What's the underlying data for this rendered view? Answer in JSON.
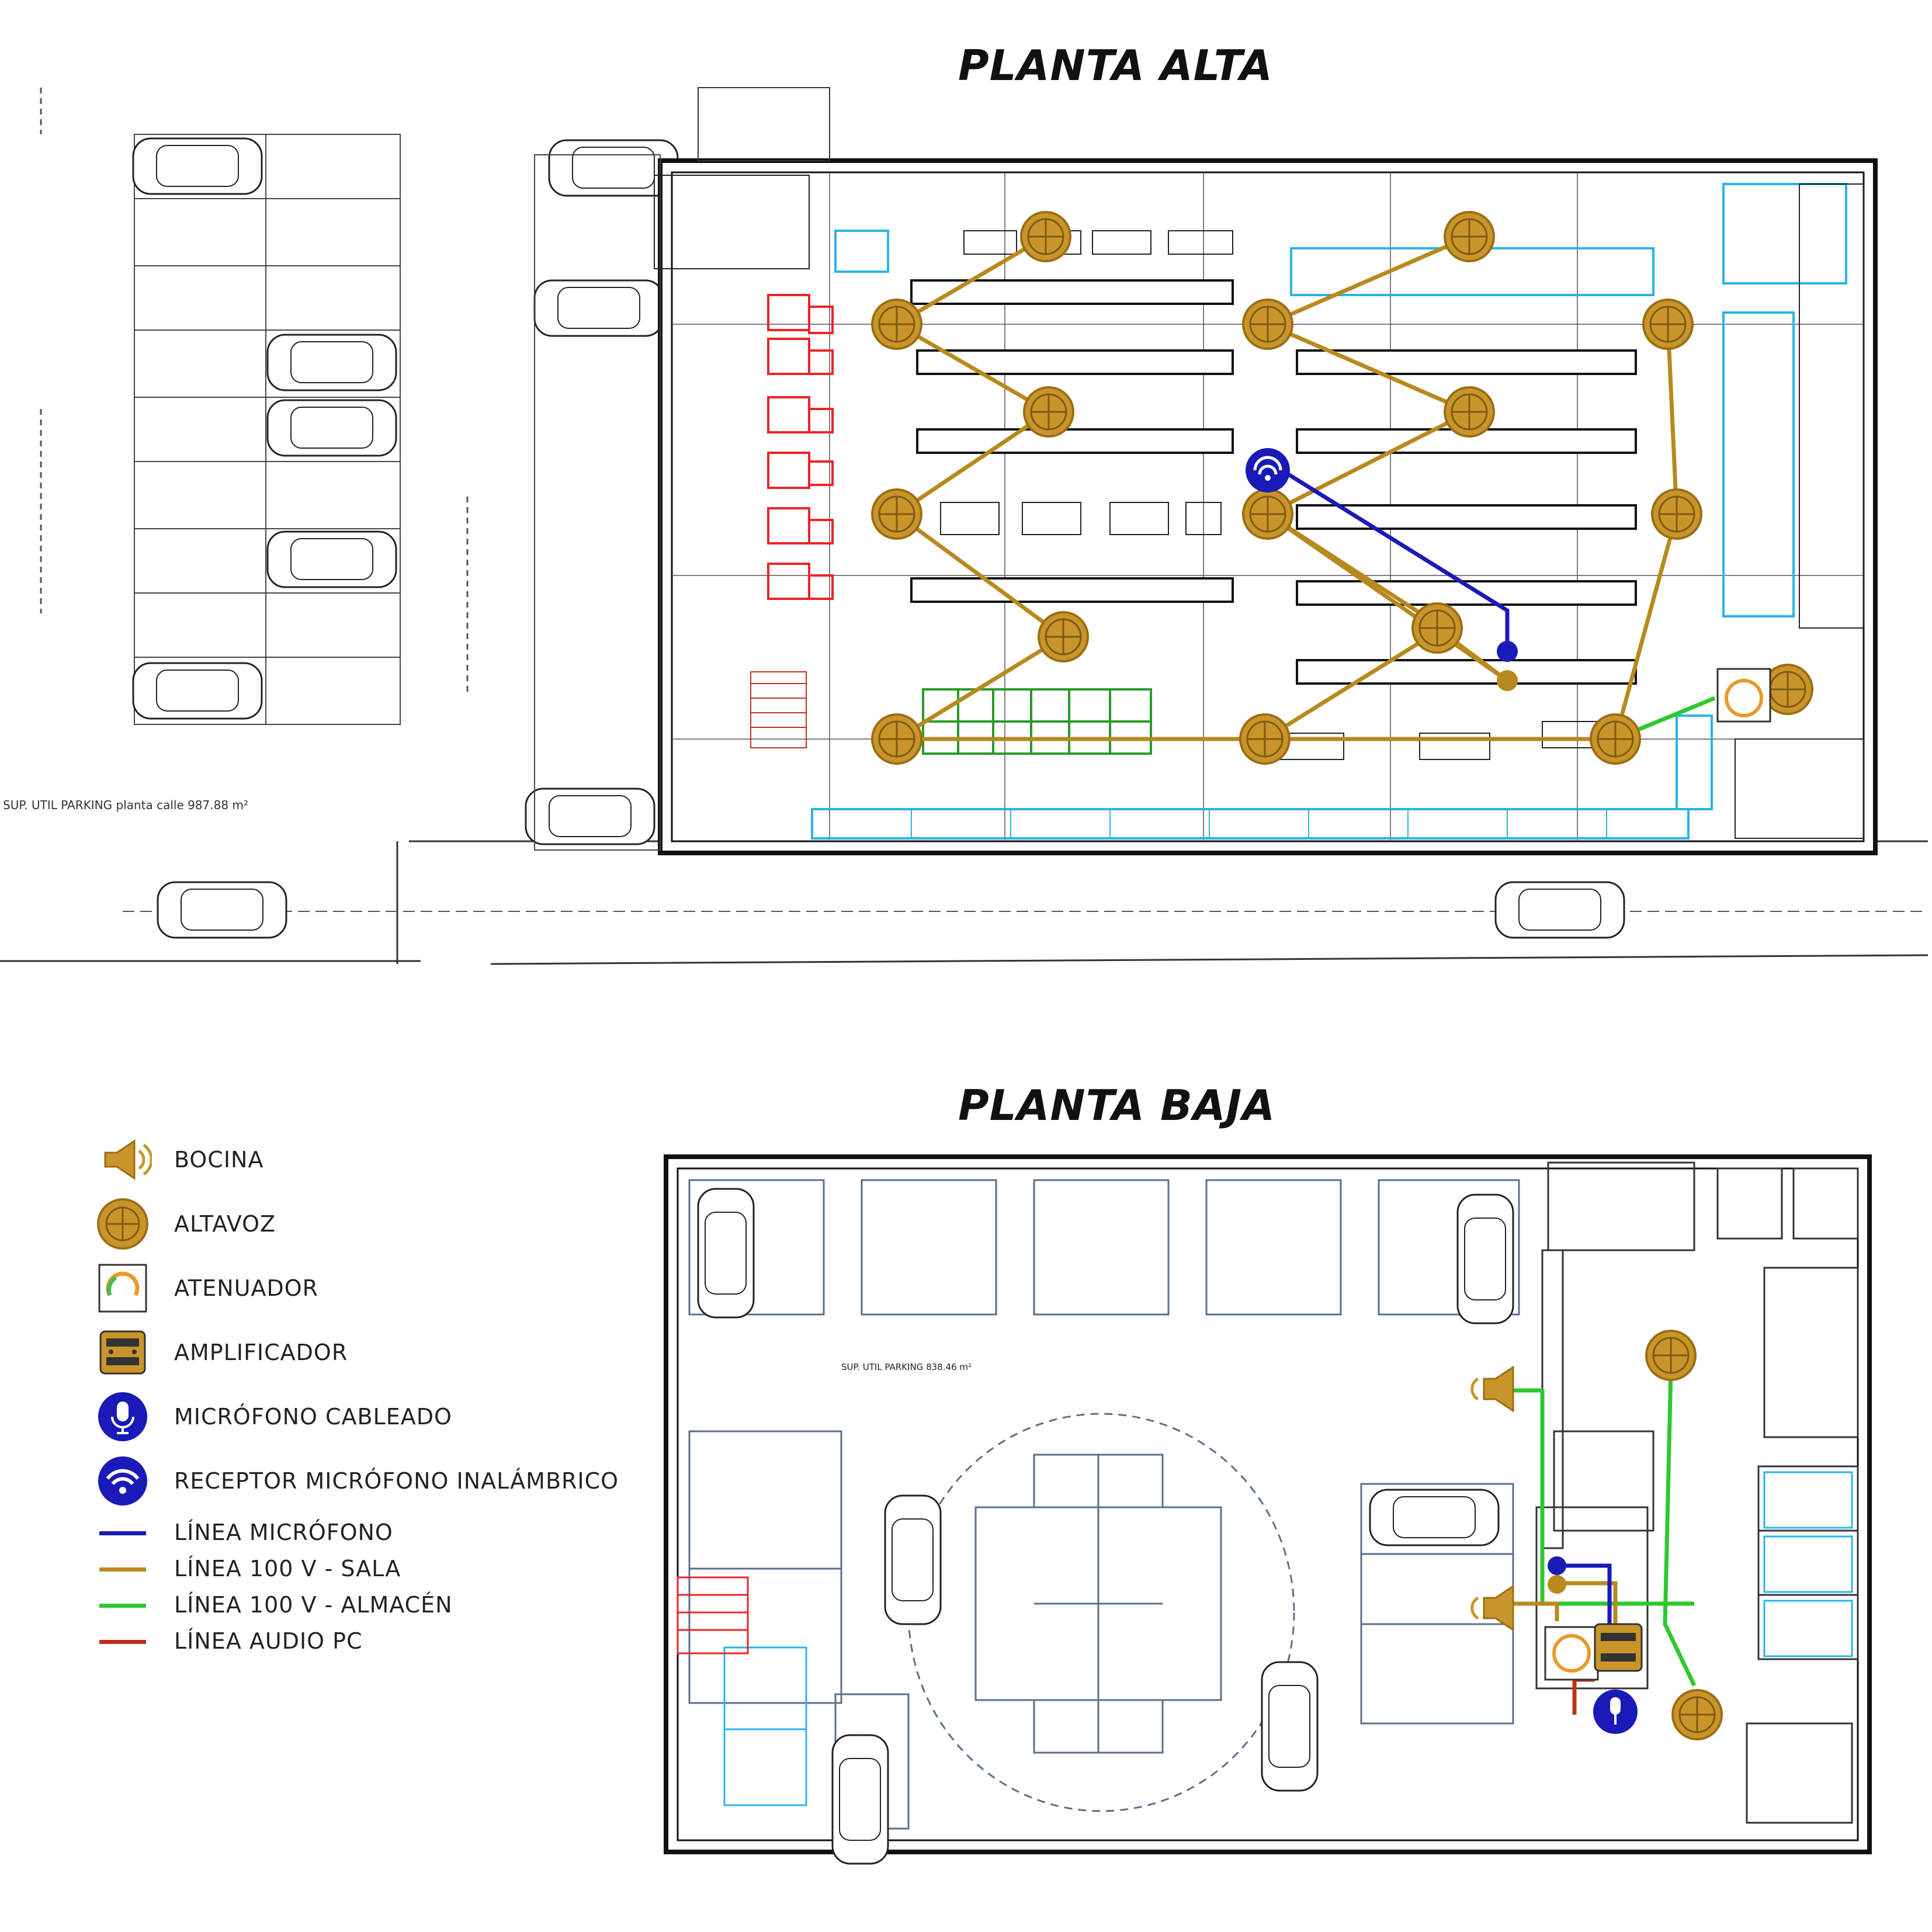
{
  "titles": {
    "upper": "PLANTA ALTA",
    "lower": "PLANTA BAJA"
  },
  "upper_plan": {
    "parking_area_label": "SUP. UTIL PARKING planta calle 987.88 m²"
  },
  "lower_plan": {
    "parking_area_label": "SUP. UTIL PARKING 838.46 m²"
  },
  "legend": [
    {
      "icon": "horn-speaker-icon",
      "label": "BOCINA",
      "kind": "icon"
    },
    {
      "icon": "ceiling-speaker-icon",
      "label": "ALTAVOZ",
      "kind": "icon"
    },
    {
      "icon": "attenuator-icon",
      "label": "ATENUADOR",
      "kind": "icon"
    },
    {
      "icon": "amplifier-icon",
      "label": "AMPLIFICADOR",
      "kind": "icon"
    },
    {
      "icon": "wired-microphone-icon",
      "label": "MICRÓFONO CABLEADO",
      "kind": "icon"
    },
    {
      "icon": "wireless-receiver-icon",
      "label": "RECEPTOR MICRÓFONO INALÁMBRICO",
      "kind": "icon"
    },
    {
      "label": "LÍNEA MICRÓFONO",
      "kind": "line",
      "color": "#1a1ab8"
    },
    {
      "label": "LÍNEA 100 V - SALA",
      "kind": "line",
      "color": "#b8891e"
    },
    {
      "label": "LÍNEA 100 V - ALMACÉN",
      "kind": "line",
      "color": "#2ec82e"
    },
    {
      "label": "LÍNEA AUDIO PC",
      "kind": "line",
      "color": "#b8321e"
    }
  ],
  "colors": {
    "speaker": "#c9952a",
    "line_mic": "#1a1ab8",
    "line_sala": "#b8891e",
    "line_almacen": "#2ec82e",
    "line_pc": "#c0321e",
    "cyan": "#2ab4e6",
    "red_furniture": "#e8262a",
    "green_produce": "#2a9a2a"
  }
}
